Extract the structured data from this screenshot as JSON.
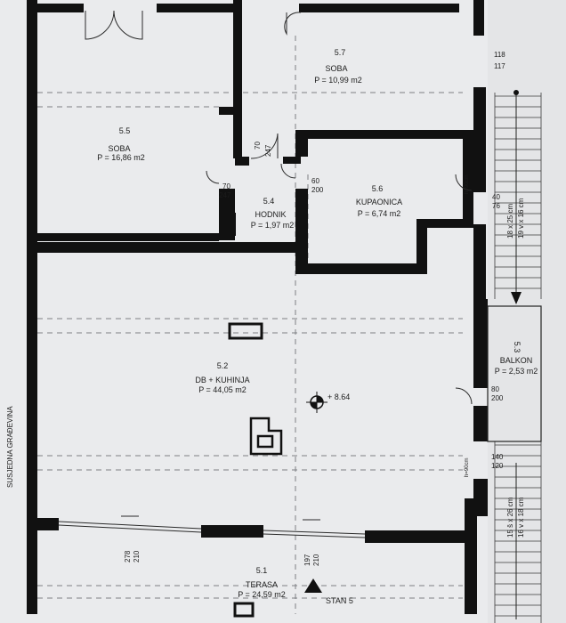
{
  "side_label": "SUSJEDNA GRAĐEVINA",
  "rooms": [
    {
      "id": "5.7",
      "name": "SOBA",
      "area": "P = 10,99 m2"
    },
    {
      "id": "5.5",
      "name": "SOBA",
      "area": "P = 16,86 m2"
    },
    {
      "id": "5.4",
      "name": "HODNIK",
      "area": "P = 1,97 m2"
    },
    {
      "id": "5.6",
      "name": "KUPAONICA",
      "area": "P = 6,74 m2"
    },
    {
      "id": "5.3",
      "name": "BALKON",
      "area": "P = 2,53 m2"
    },
    {
      "id": "5.2",
      "name": "DB + KUHINJA",
      "area": "P = 44,05 m2"
    },
    {
      "id": "5.1",
      "name": "TERASA",
      "area": "P = 24,59 m2"
    }
  ],
  "dimensions": {
    "top_right_a": "118",
    "top_right_b": "117",
    "door_hall_a": "70",
    "door_hall_b": "247",
    "door_room_a": "70",
    "door_room_b": "247",
    "door_bath_a": "60",
    "door_bath_b": "200",
    "right_mid_a": "40",
    "right_mid_b": "76",
    "balcony_door_a": "80",
    "balcony_door_b": "200",
    "lower_right_a": "140",
    "lower_right_b": "120",
    "win_left_a": "278",
    "win_left_b": "210",
    "win_mid_a": "197",
    "win_mid_b": "210"
  },
  "stairs_upper": {
    "line1": "18 x 25 cm",
    "line2": "19 v x 16 cm"
  },
  "stairs_lower": {
    "line1": "15 š x 26 cm",
    "line2": "16 v x 18 cm"
  },
  "parapet_upper": "h=90cm",
  "parapet_lower": "h=90cm",
  "level_mark": "+ 8.64",
  "apartment_label": "STAN 5"
}
